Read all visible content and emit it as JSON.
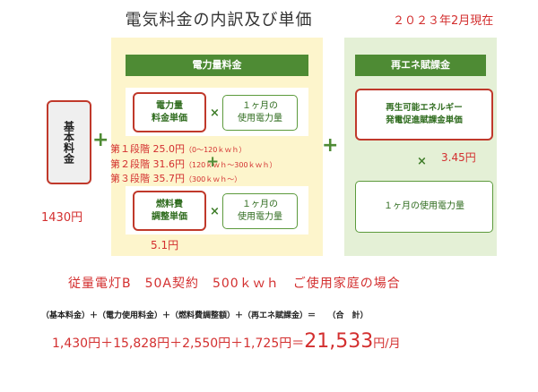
{
  "title": "電気料金の内訳及び単価",
  "as_of": "２０２３年2月現在",
  "basic": {
    "label": "基本料金",
    "value": "1430円"
  },
  "power": {
    "header": "電力量料金",
    "unit_price_box": "電力量\n料金単価",
    "usage_box": "１ヶ月の\n使用電力量",
    "tiers": [
      {
        "label": "第１段階",
        "price": "25.0円",
        "range": "（0～120ｋｗｈ）"
      },
      {
        "label": "第２段階",
        "price": "31.6円",
        "range": "（120ｋｗｈ～300ｋｗｈ）"
      },
      {
        "label": "第３段階",
        "price": "35.7円",
        "range": "（300ｋｗｈ～）"
      }
    ],
    "fuel_box": "燃料費\n調整単価",
    "fuel_usage_box": "１ヶ月の\n使用電力量",
    "fuel_value": "5.1円"
  },
  "renewable": {
    "header": "再エネ賦課金",
    "unit_price_box": "再生可能エネルギー\n発電促進賦課金単価",
    "value": "3.45円",
    "usage_box": "１ヶ月の使用電力量"
  },
  "symbols": {
    "plus": "+",
    "times": "×"
  },
  "condition": "従量電灯B　50A契約　500ｋｗｈ　ご使用家庭の場合",
  "formula": "（基本料金）＋（電力使用料金）＋（燃料費調整額）＋（再エネ賦課金）＝　　（合　計）",
  "total": {
    "expr": "1,430円＋15,828円＋2,550円＋1,725円＝",
    "amount": "21,533",
    "unit": "円/月"
  }
}
